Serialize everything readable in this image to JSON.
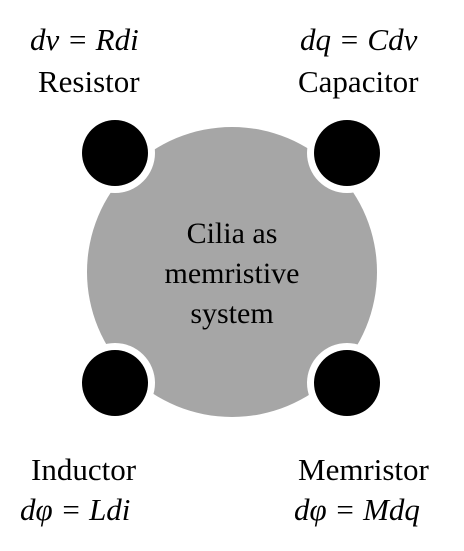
{
  "elements": [
    {
      "name": "Resistor",
      "equation": "dv = Rdi"
    },
    {
      "name": "Capacitor",
      "equation": "dq = Cdv"
    },
    {
      "name": "Inductor",
      "equation": "dφ = Ldi"
    },
    {
      "name": "Memristor",
      "equation": "dφ = Mdq"
    }
  ],
  "center": {
    "line1": "Cilia as",
    "line2": "memristive",
    "line3": "system"
  },
  "colors": {
    "body_fill": "#a6a6a6",
    "node_fill": "#000000",
    "background": "#ffffff"
  }
}
